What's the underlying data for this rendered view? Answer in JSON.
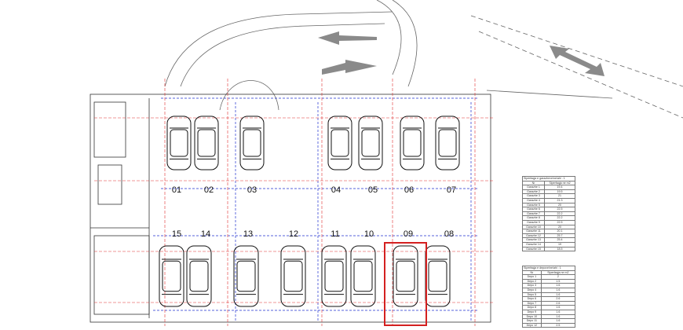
{
  "top_spaces": [
    "01",
    "02",
    "03",
    "04",
    "05",
    "06",
    "07"
  ],
  "bottom_spaces": [
    "15",
    "14",
    "13",
    "12",
    "11",
    "10",
    "09",
    "08"
  ],
  "highlighted_space": "09",
  "colors": {
    "highlight": "#d42020",
    "grid_red": "#e03030",
    "grid_blue": "#2030d0",
    "lines": "#444444",
    "arrow": "#888888"
  },
  "garage_table": {
    "title": "Siperfaqja e garazheve/ne/ahi : 1",
    "headers": [
      "Nr",
      "Siperfaqja ne m2"
    ],
    "rows": [
      [
        "Garazhe 1",
        "19.4"
      ],
      [
        "Garazhe 2",
        "19.5"
      ],
      [
        "Garazhe 3",
        "21"
      ],
      [
        "Garazhe 4",
        "21.3"
      ],
      [
        "Garazhe 5",
        "20"
      ],
      [
        "Garazhe 6",
        "22.5"
      ],
      [
        "Garazhe 7",
        "22.2"
      ],
      [
        "Garazhe 8",
        "22.2"
      ],
      [
        "Garazhe 9",
        "22.5"
      ],
      [
        "Garazhe 10",
        "20"
      ],
      [
        "Garazhe 11",
        "20.1"
      ],
      [
        "Garazhe 12",
        "25.7"
      ],
      [
        "Garazhe 13",
        "25.4"
      ],
      [
        "Garazhe 14",
        "19"
      ],
      [
        "Garazhe 15",
        "18.5"
      ]
    ]
  },
  "storage_table": {
    "title": "Siperfaqja e depove/ne/ahi : 1",
    "headers": [
      "Nr",
      "Siperfaqja ne m2"
    ],
    "rows": [
      [
        "Depo 1",
        "2"
      ],
      [
        "Depo 2",
        "1.5"
      ],
      [
        "Depo 3",
        "1.6"
      ],
      [
        "Depo 4",
        "1.6"
      ],
      [
        "Depo 5",
        "1.6"
      ],
      [
        "Depo 6",
        "2.6"
      ],
      [
        "Depo 7",
        "2.6"
      ],
      [
        "Depo 8",
        "1.6"
      ],
      [
        "Depo 9",
        "1.6"
      ],
      [
        "Depo 10",
        "1.6"
      ],
      [
        "Depo 11",
        "1.6"
      ],
      [
        "Depo 12",
        "2.5"
      ]
    ]
  }
}
